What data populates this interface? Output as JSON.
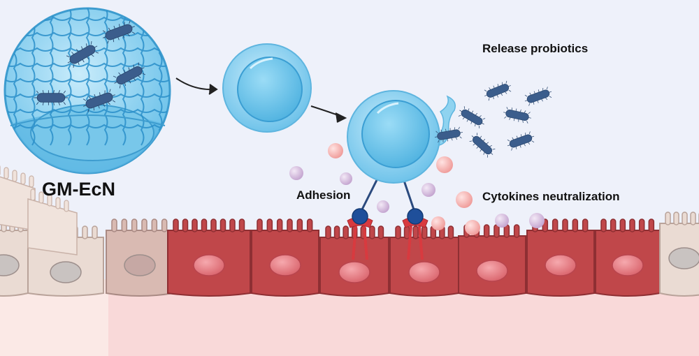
{
  "labels": {
    "material": "GM-EcN",
    "release": "Release probiotics",
    "adhesion": "Adhesion",
    "cytokines": "Cytokines neutralization"
  },
  "colors": {
    "background": "#eef1fa",
    "capsule": "#8fd3f0",
    "hydrogel_mesh": "#2a8fc9",
    "bacteria": "#3b5d8c",
    "healthy_cell": "#e9d6cd",
    "inflamed_cell": "#c0474a",
    "nucleus": "#e8808a",
    "receptor": "#d83a3f",
    "ligand": "#1f4f9a",
    "cytokine_pink": "#f2a8a6",
    "cytokine_purple": "#cdb1d6"
  }
}
